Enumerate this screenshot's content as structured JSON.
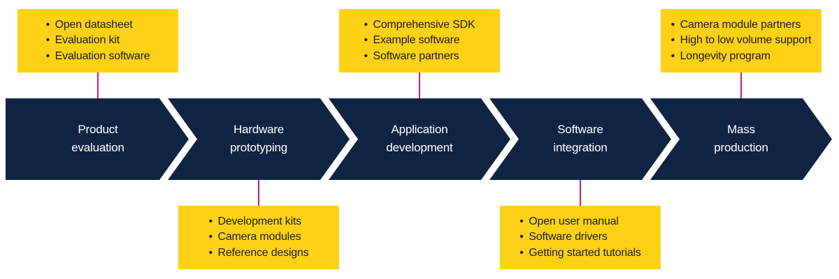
{
  "diagram": {
    "title": "",
    "colors": {
      "stage_fill": "#0f2343",
      "stage_text": "#ffffff",
      "callout_fill": "#fcd116",
      "callout_text": "#1d1d1d",
      "connector": "#c8197f"
    },
    "bullet_glyph": "•",
    "stages": [
      {
        "label_line1": "Product",
        "label_line2": "evaluation",
        "callout_position": "above",
        "callout_items": [
          "Open datasheet",
          "Evaluation kit",
          "Evaluation software"
        ]
      },
      {
        "label_line1": "Hardware",
        "label_line2": "prototyping",
        "callout_position": "below",
        "callout_items": [
          "Development kits",
          "Camera modules",
          "Reference designs"
        ]
      },
      {
        "label_line1": "Application",
        "label_line2": "development",
        "callout_position": "above",
        "callout_items": [
          "Comprehensive SDK",
          "Example software",
          "Software partners"
        ]
      },
      {
        "label_line1": "Software",
        "label_line2": "integration",
        "callout_position": "below",
        "callout_items": [
          "Open user manual",
          "Software drivers",
          "Getting started tutorials"
        ]
      },
      {
        "label_line1": "Mass",
        "label_line2": "production",
        "callout_position": "above",
        "callout_items": [
          "Camera module partners",
          "High to low volume support",
          "Longevity program"
        ]
      }
    ]
  }
}
